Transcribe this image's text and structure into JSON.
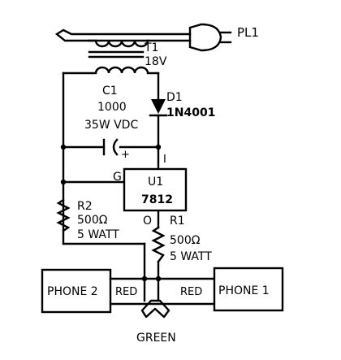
{
  "plug": {
    "label": "PL1"
  },
  "transformer": {
    "ref": "T1",
    "value": "18V"
  },
  "capacitor": {
    "ref": "C1",
    "value": "1000",
    "rating": "35W VDC",
    "polarity": "+"
  },
  "diode": {
    "ref": "D1",
    "part": "1N4001"
  },
  "regulator": {
    "ref": "U1",
    "part": "7812",
    "pin_in": "I",
    "pin_gnd": "G",
    "pin_out": "O"
  },
  "r2": {
    "ref": "R2",
    "value": "500Ω",
    "power": "5 WATT"
  },
  "r1": {
    "ref": "R1",
    "value": "500Ω",
    "power": "5 WATT"
  },
  "phone2": {
    "label": "PHONE 2",
    "wire": "RED"
  },
  "phone1": {
    "label": "PHONE 1",
    "wire": "RED"
  },
  "ground_wire": {
    "label": "GREEN"
  }
}
